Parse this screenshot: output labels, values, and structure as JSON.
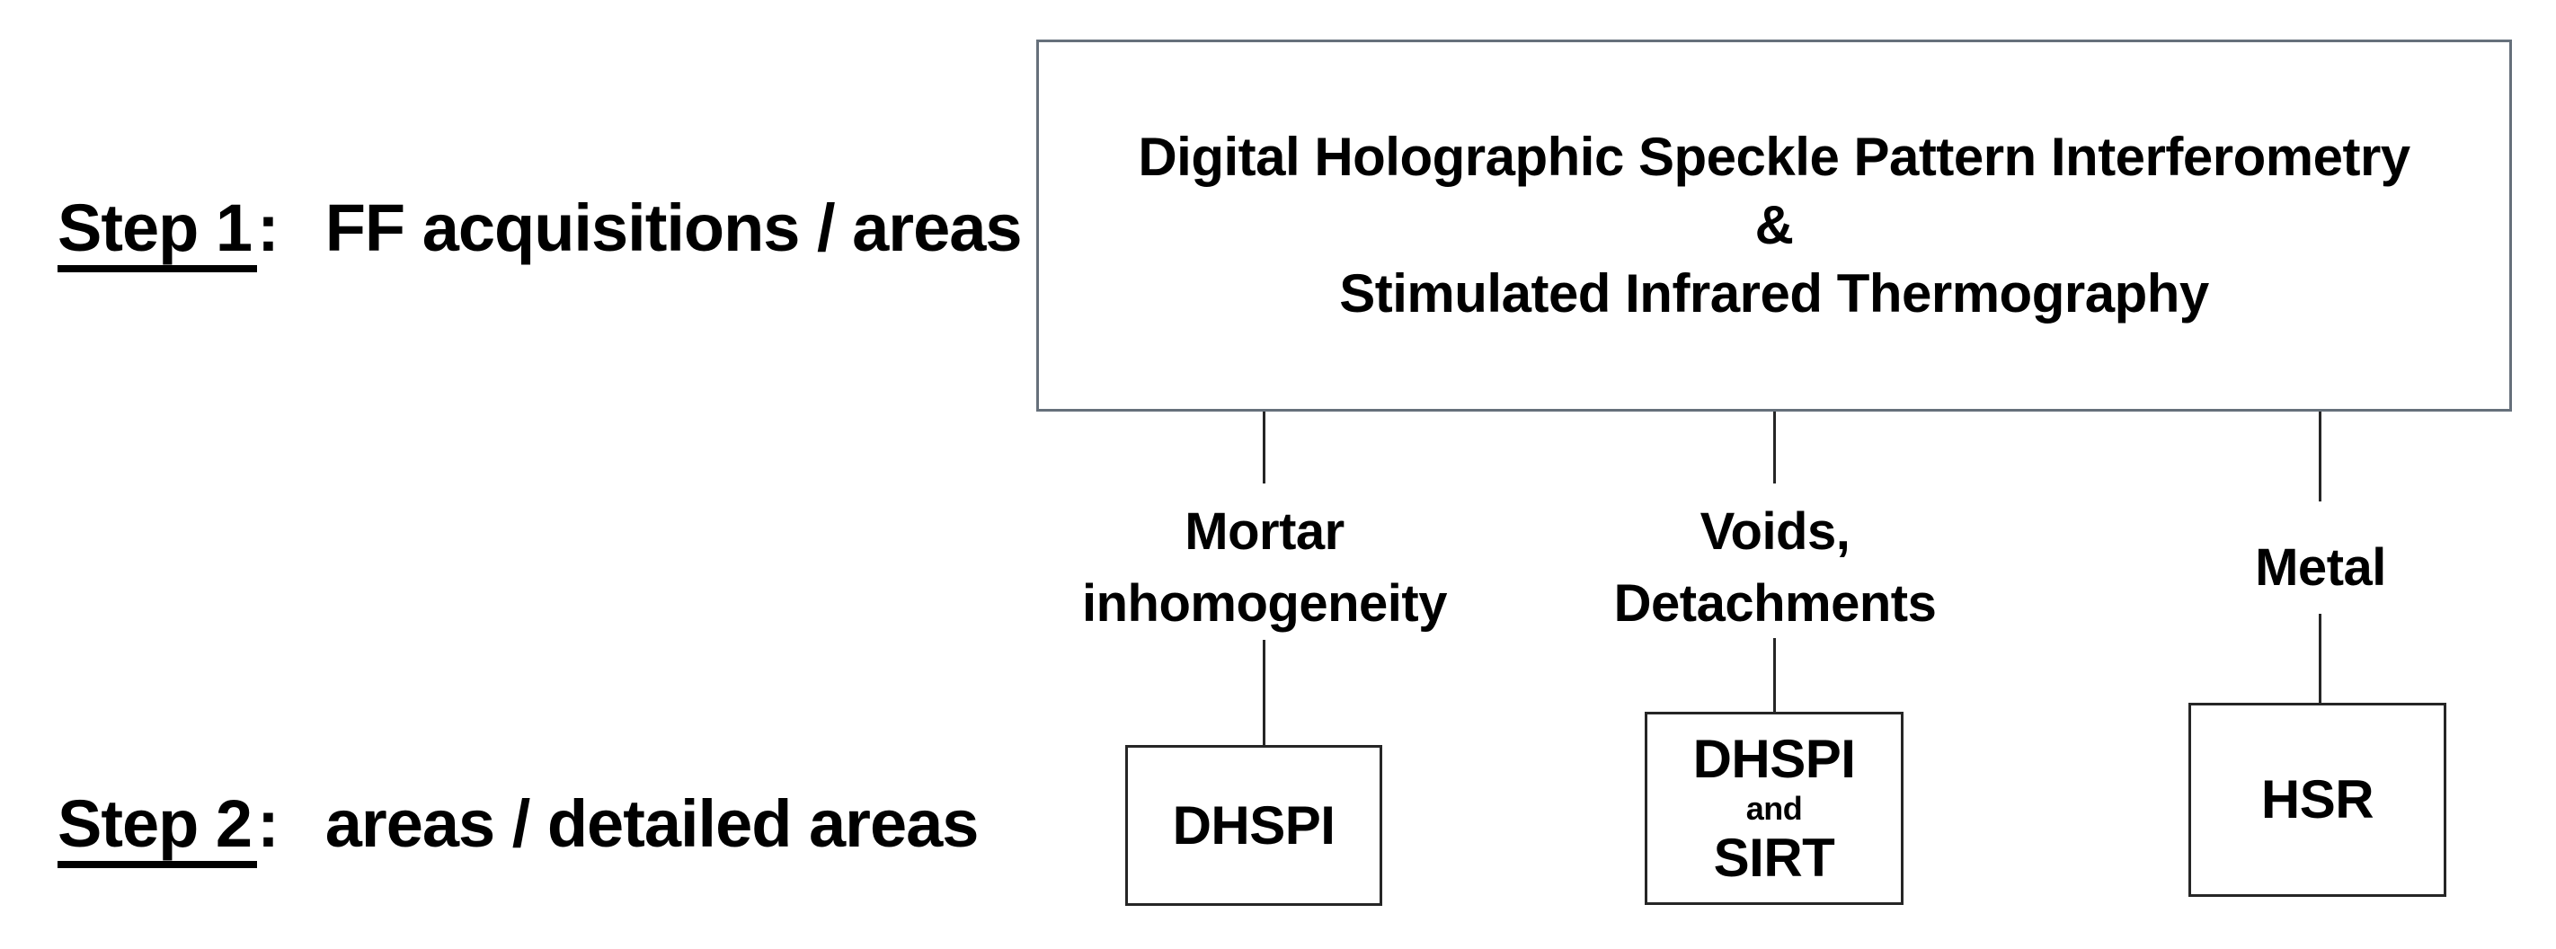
{
  "diagram": {
    "steps": [
      {
        "keyword": "Step 1",
        "colon": ":",
        "description": "FF acquisitions / areas"
      },
      {
        "keyword": "Step 2",
        "colon": ":",
        "description": "areas / detailed areas"
      }
    ],
    "main_box": {
      "line1": "Digital Holographic Speckle Pattern Interferometry",
      "line2": "&",
      "line3": "Stimulated Infrared Thermography"
    },
    "branches": [
      {
        "label_lines": [
          "Mortar",
          "inhomogeneity"
        ],
        "node_lines": [
          "DHSPI"
        ]
      },
      {
        "label_lines": [
          "Voids,",
          "Detachments"
        ],
        "node_lines": [
          "DHSPI",
          "and",
          "SIRT"
        ]
      },
      {
        "label_lines": [
          "Metal"
        ],
        "node_lines": [
          "HSR"
        ]
      }
    ],
    "colors": {
      "background": "#ffffff",
      "text": "#000000",
      "main_box_border": "#66707b",
      "node_border": "#262626",
      "connector_line": "#262626"
    }
  }
}
